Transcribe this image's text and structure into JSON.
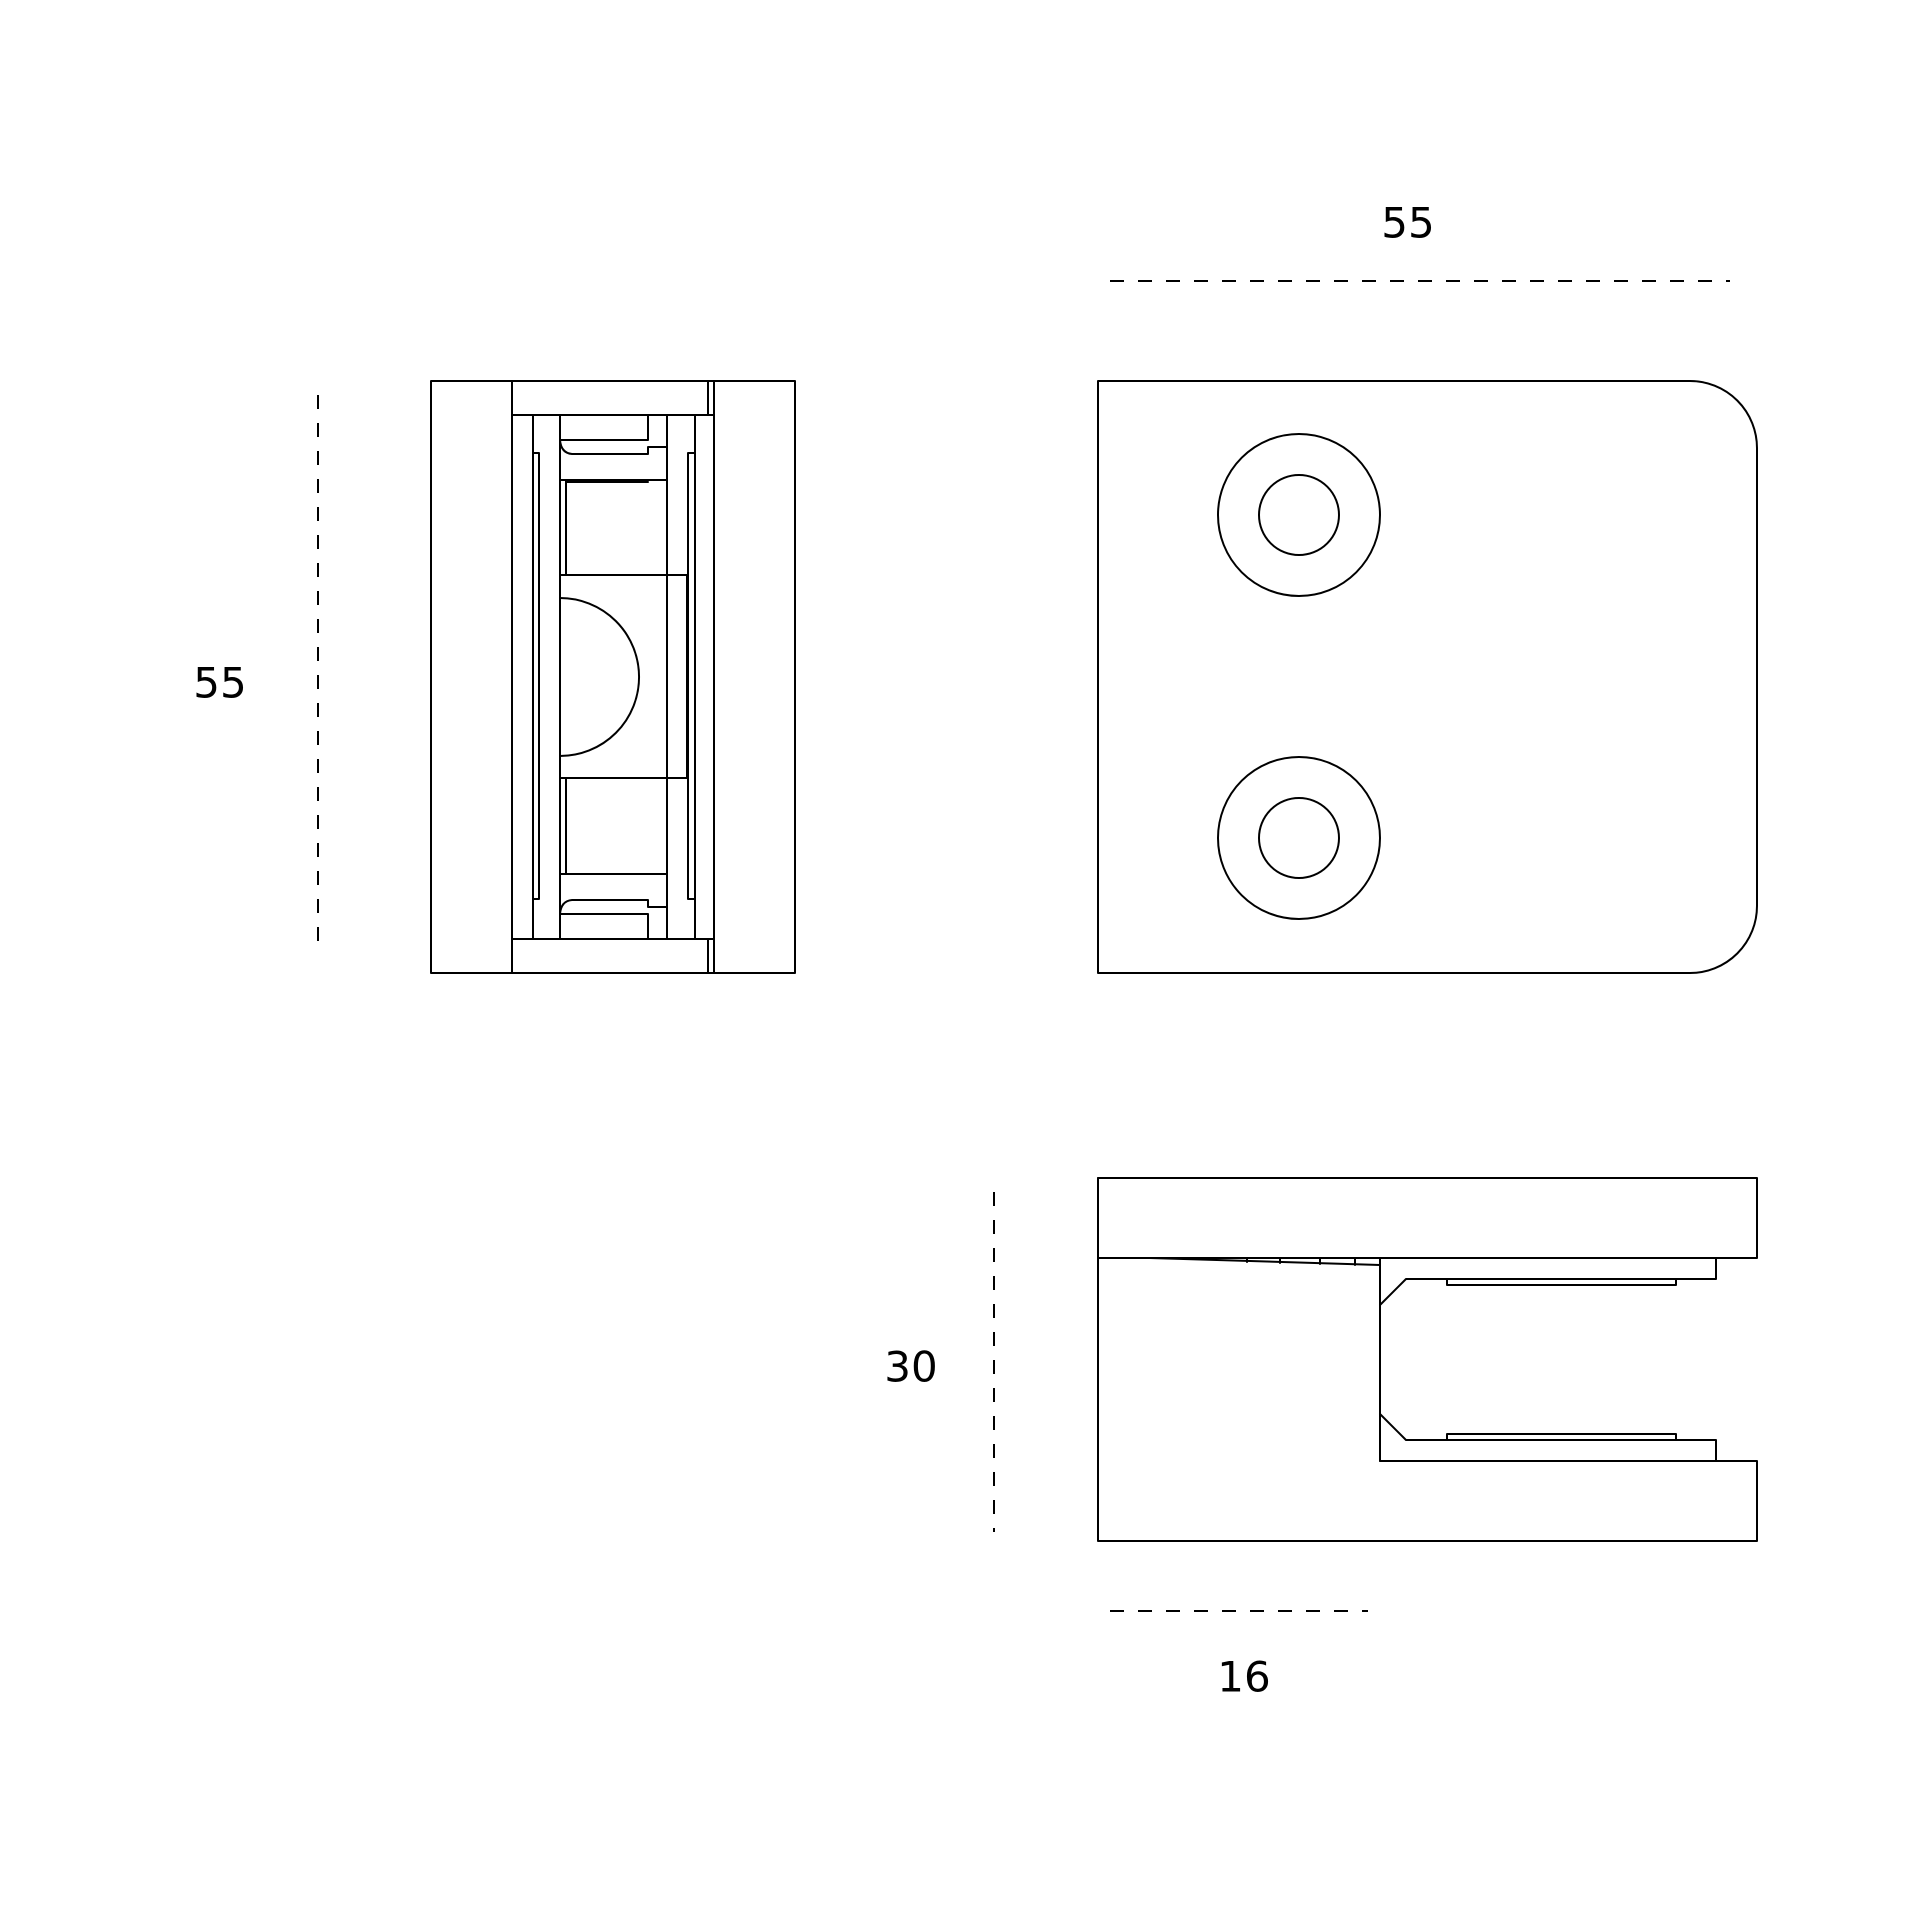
{
  "dimensions": {
    "top_width": "55",
    "left_height": "55",
    "side_height": "30",
    "bottom_depth": "16"
  },
  "colors": {
    "line": "#000000",
    "background": "#ffffff"
  }
}
